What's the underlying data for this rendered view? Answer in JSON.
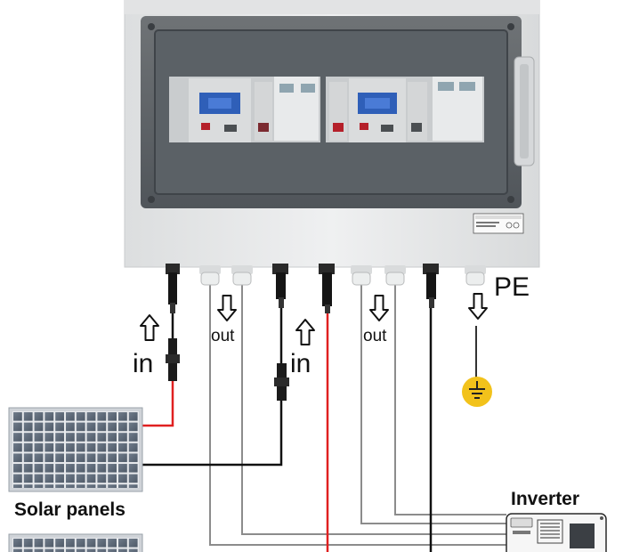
{
  "labels": {
    "in_1": "in",
    "in_2": "in",
    "out_1": "out",
    "out_2": "out",
    "pe": "PE",
    "solar_panels": "Solar panels",
    "inverter": "Inverter"
  },
  "icons": {
    "arrow": "hollow-arrow-icon",
    "ground": "ground-icon"
  },
  "colors": {
    "positive_wire": "#e02020",
    "negative_wire": "#111111",
    "ac_wire": "#8c8c8c",
    "enclosure": "#e6e7e8",
    "ground_symbol": "#f2c21b"
  }
}
